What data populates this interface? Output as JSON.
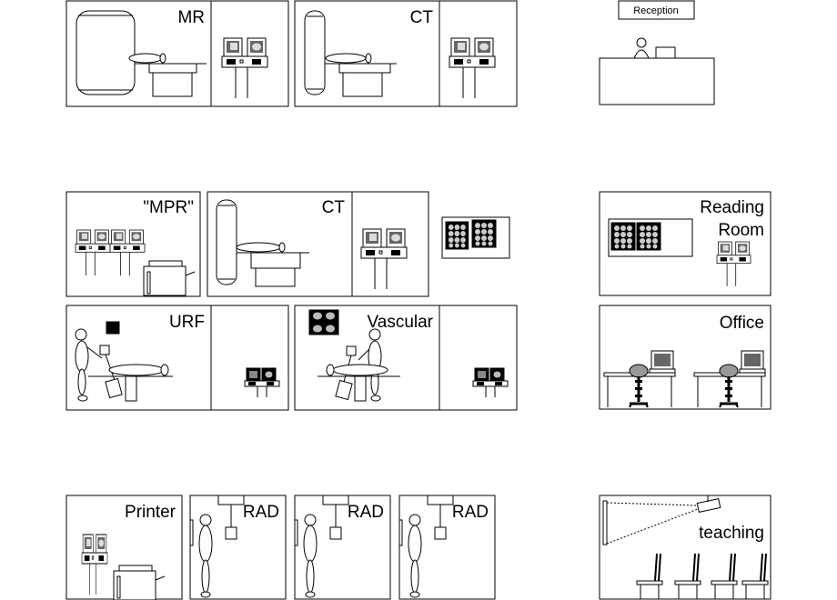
{
  "rooms": {
    "mr": {
      "label": "MR"
    },
    "ct_top": {
      "label": "CT"
    },
    "reception": {
      "label": "Reception"
    },
    "mpr": {
      "label": "\"MPR\""
    },
    "ct_mid": {
      "label": "CT"
    },
    "reading_room": {
      "label_line1": "Reading",
      "label_line2": "Room"
    },
    "urf": {
      "label": "URF"
    },
    "vascular": {
      "label": "Vascular"
    },
    "office": {
      "label": "Office"
    },
    "printer": {
      "label": "Printer"
    },
    "rad1": {
      "label": "RAD"
    },
    "rad2": {
      "label": "RAD"
    },
    "rad3": {
      "label": "RAD"
    },
    "teaching": {
      "label": "teaching"
    }
  },
  "colors": {
    "line": "#000000",
    "background": "#ffffff",
    "screen": "#808080"
  }
}
